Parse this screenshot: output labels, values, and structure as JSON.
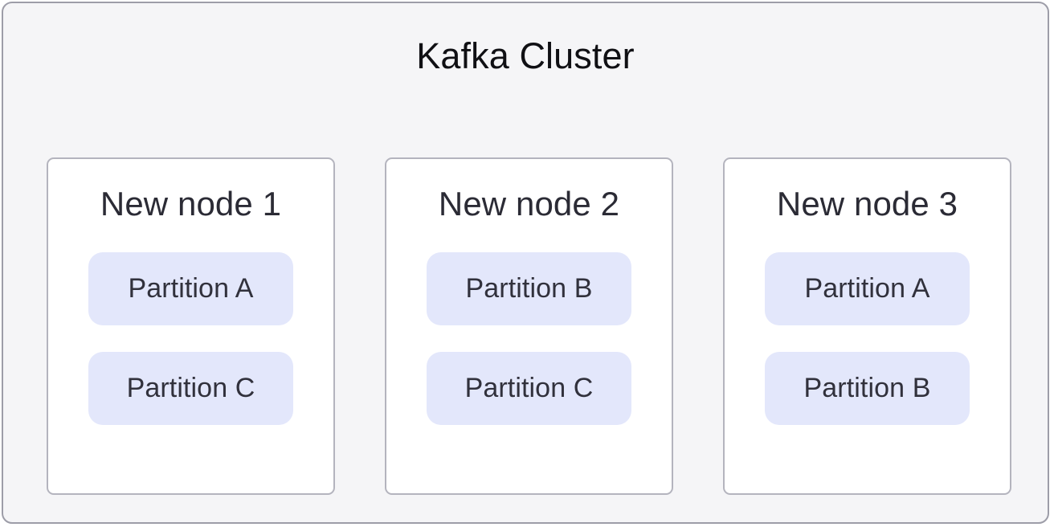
{
  "diagram": {
    "title": "Kafka Cluster",
    "type": "cluster-node-partition-diagram",
    "colors": {
      "cluster_background": "#f5f5f7",
      "cluster_border": "#9d9da8",
      "node_background": "#ffffff",
      "node_border": "#b4b4be",
      "partition_background": "#e3e7fb",
      "partition_text": "#31313c",
      "title_text": "#101014",
      "node_title_text": "#2b2b35"
    },
    "nodes": [
      {
        "label": "New node 1",
        "partitions": [
          {
            "label": "Partition A"
          },
          {
            "label": "Partition C"
          }
        ]
      },
      {
        "label": "New node 2",
        "partitions": [
          {
            "label": "Partition B"
          },
          {
            "label": "Partition C"
          }
        ]
      },
      {
        "label": "New node 3",
        "partitions": [
          {
            "label": "Partition A"
          },
          {
            "label": "Partition B"
          }
        ]
      }
    ]
  }
}
